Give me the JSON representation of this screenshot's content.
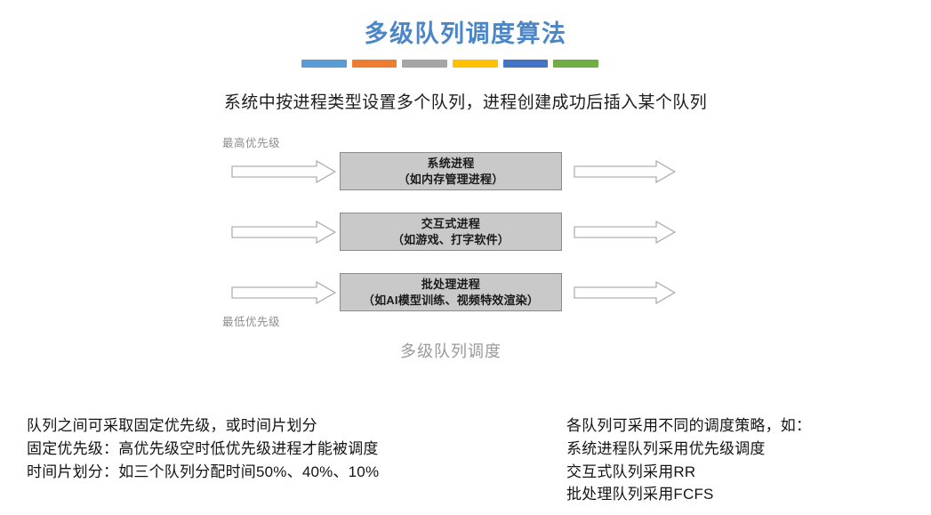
{
  "slide": {
    "title": "多级队列调度算法",
    "subtitle": "系统中按进程类型设置多个队列，进程创建成功后插入某个队列",
    "title_color": "#4a86c8",
    "rule_colors": [
      "#5b9bd5",
      "#ed7d31",
      "#a5a5a5",
      "#ffc000",
      "#4472c4",
      "#70ad47"
    ]
  },
  "diagram": {
    "caption": "多级队列调度",
    "highest_priority_label": "最高优先级",
    "lowest_priority_label": "最低优先级",
    "box_fill": "#c9c9c9",
    "box_border": "#8a8a8a",
    "arrow_outline": "#b0b0b0",
    "queues": [
      {
        "title": "系统进程",
        "example": "（如内存管理进程）"
      },
      {
        "title": "交互式进程",
        "example": "（如游戏、打字软件）"
      },
      {
        "title": "批处理进程",
        "example": "（如AI模型训练、视频特效渲染）"
      }
    ]
  },
  "notes": {
    "left": [
      "队列之间可采取固定优先级，或时间片划分",
      "固定优先级：高优先级空时低优先级进程才能被调度",
      "时间片划分：如三个队列分配时间50%、40%、10%"
    ],
    "right": [
      "各队列可采用不同的调度策略，如：",
      "系统进程队列采用优先级调度",
      "交互式队列采用RR",
      "批处理队列采用FCFS"
    ]
  }
}
